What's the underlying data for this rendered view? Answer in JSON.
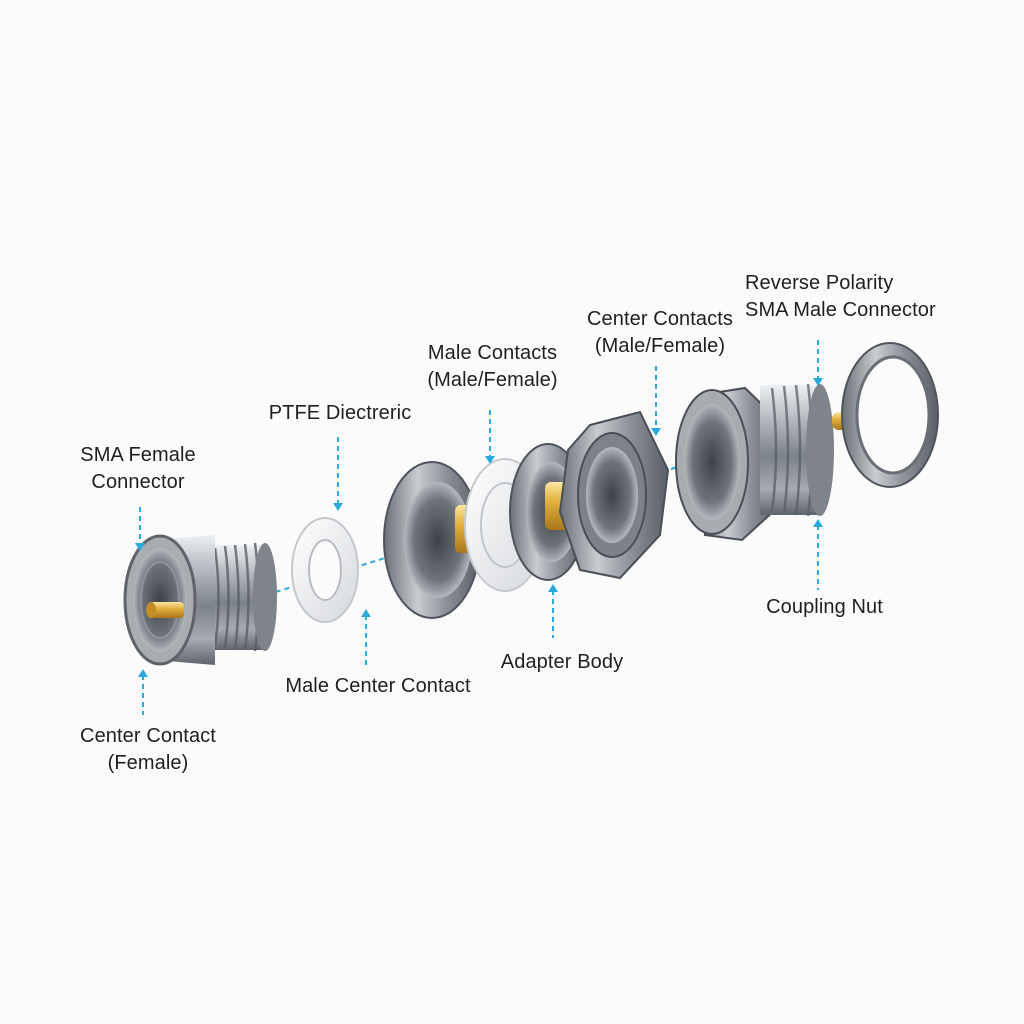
{
  "labels": {
    "sma_female_connector": [
      "SMA Female",
      "Connector"
    ],
    "ptfe_dielectric": [
      "PTFE Diectreric"
    ],
    "male_contacts": [
      "Male Contacts",
      "(Male/Female)"
    ],
    "center_contacts": [
      "Center Contacts",
      "(Male/Female)"
    ],
    "reverse_polarity": [
      "Reverse Polarity",
      "SMA Male Connector"
    ],
    "coupling_nut": [
      "Coupling Nut"
    ],
    "adapter_body": [
      "Adapter Body"
    ],
    "male_center_contact": [
      "Male Center Contact"
    ],
    "center_contact_female": [
      "Center Contact",
      "(Female)"
    ]
  },
  "colors": {
    "background": "#fbfbfb",
    "leader_line": "#29a9dc",
    "metal_dark": "#5b6067",
    "metal_light": "#d9dcdf",
    "brass": "#d9a62e",
    "ptfe": "#eef0f2"
  }
}
